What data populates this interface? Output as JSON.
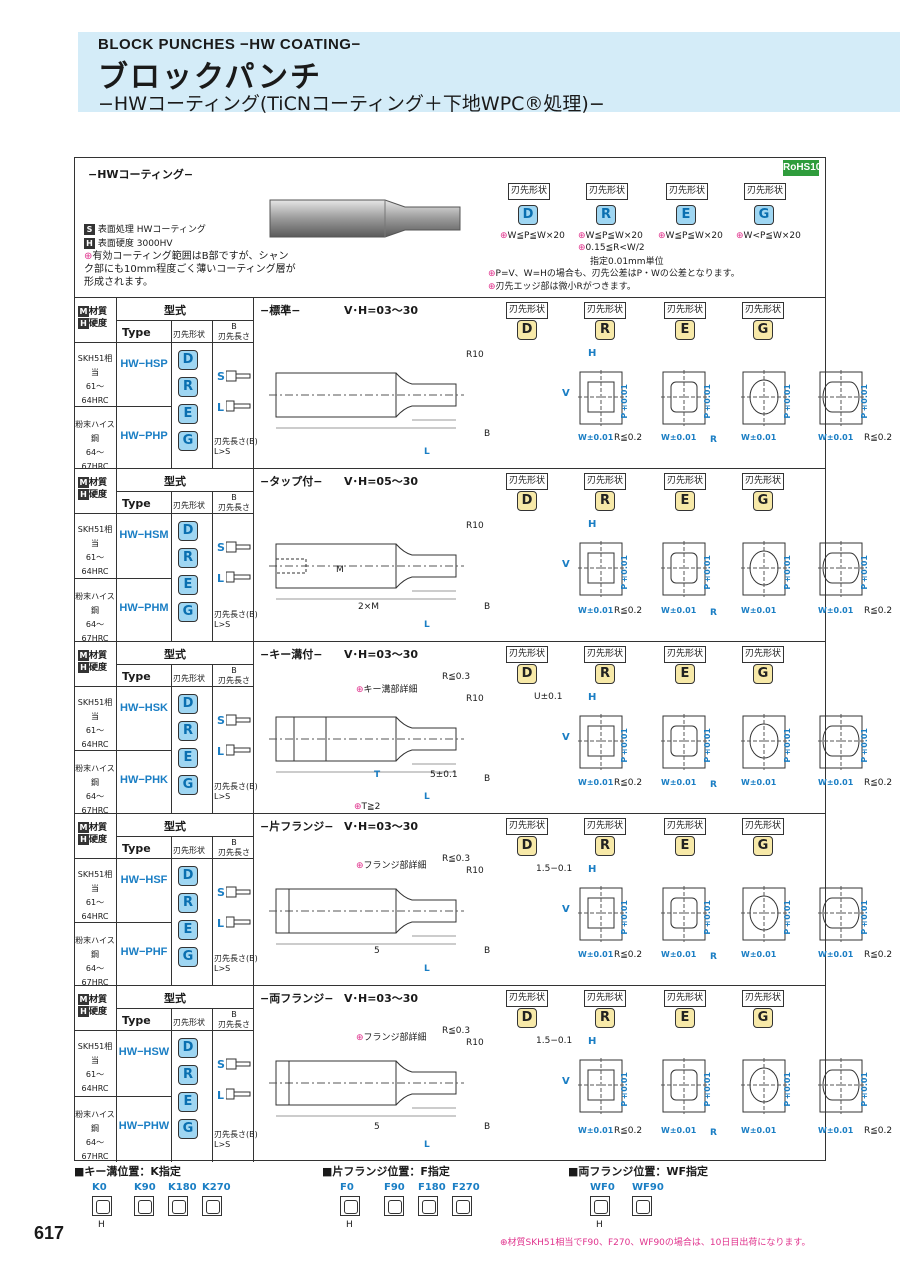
{
  "header": {
    "en_title": "BLOCK PUNCHES −HW COATING−",
    "jp_title": "ブロックパンチ",
    "subtitle": "−HWコーティング(TiCNコーティング＋下地WPC®処理)−"
  },
  "rohs": "RoHS10",
  "intro": {
    "heading": "−HWコーティング−",
    "s_label": "S",
    "s_text": "表面処理  HWコーティング",
    "h_label": "H",
    "h_text": "表面硬度  3000HV",
    "note1": "有効コーティング範囲はB部ですが、シャン",
    "note2": "ク部にも10mm程度ごく薄いコーティング層が",
    "note3": "形成されます。",
    "tip_tag": "刃先形状",
    "tips": [
      {
        "letter": "D",
        "cond": "W≦P≦W×20"
      },
      {
        "letter": "R",
        "cond": "W≦P≦W×20"
      },
      {
        "letter": "E",
        "cond": "W≦P≦W×20"
      },
      {
        "letter": "G",
        "cond": "W<P≦W×20"
      }
    ],
    "r_note1": "0.15≦R<W/2",
    "r_note2": "指定0.01mm単位",
    "pv_note": "P=V、W=Hの場合も、刃先公差はP・Wの公差となります。",
    "edge_note": "刃先エッジ部は微小Rがつきます。"
  },
  "common": {
    "mat_label": "材質",
    "hard_label": "硬度",
    "type_header": "型式",
    "type_label": "Type",
    "shape_label": "刃先形状",
    "b_label": "B",
    "blen_label": "刃先長さ",
    "s_len": "S",
    "l_len": "L",
    "blen_note": "刃先長さ(B)",
    "ls_note": "L>S",
    "mat1": "SKH51相当",
    "hrc1": "61〜64HRC",
    "mat2": "粉末ハイス鋼",
    "hrc2": "64〜67HRC",
    "tag": "刃先形状",
    "letters": [
      "D",
      "R",
      "E",
      "G"
    ],
    "r10": "R10",
    "r02": "R≦0.2",
    "r_mark": "R",
    "w_tol": "W±0.01",
    "p_tol": "P±0.01",
    "v_tol": "V",
    "h_tol": "H",
    "l_tol": "L",
    "b_tol": "B"
  },
  "sections": [
    {
      "title": "−標準−",
      "range": "V･H=03〜30",
      "type1": "HW−HSP",
      "type2": "HW−PHP"
    },
    {
      "title": "−タップ付−",
      "range": "V･H=05〜30",
      "type1": "HW−HSM",
      "type2": "HW−PHM",
      "m_label": "M",
      "twom": "2×M"
    },
    {
      "title": "−キー溝付−",
      "range": "V･H=03〜30",
      "type1": "HW−HSK",
      "type2": "HW−PHK",
      "detail": "キー溝部詳細",
      "r03": "R≦0.3",
      "t_label": "T",
      "five": "5±0.1",
      "u_label": "U±0.1",
      "t_note": "T≧2"
    },
    {
      "title": "−片フランジ−",
      "range": "V･H=03〜30",
      "type1": "HW−HSF",
      "type2": "HW−PHF",
      "detail": "フランジ部詳細",
      "r03": "R≦0.3",
      "five": "5",
      "fl": "1.5−0.1"
    },
    {
      "title": "−両フランジ−",
      "range": "V･H=03〜30",
      "type1": "HW−HSW",
      "type2": "HW−PHW",
      "detail": "フランジ部詳細",
      "r03": "R≦0.3",
      "five": "5",
      "fl": "1.5−0.1"
    }
  ],
  "bottom": {
    "k_title": "キー溝位置：K指定",
    "k_items": [
      "K0",
      "K90",
      "K180",
      "K270"
    ],
    "f_title": "片フランジ位置：F指定",
    "f_items": [
      "F0",
      "F90",
      "F180",
      "F270"
    ],
    "w_title": "両フランジ位置：WF指定",
    "w_items": [
      "WF0",
      "WF90"
    ],
    "h_label": "H",
    "note": "材質SKH51相当でF90、F270、WF90の場合は、10日目出荷になります。"
  },
  "page_number": "617"
}
